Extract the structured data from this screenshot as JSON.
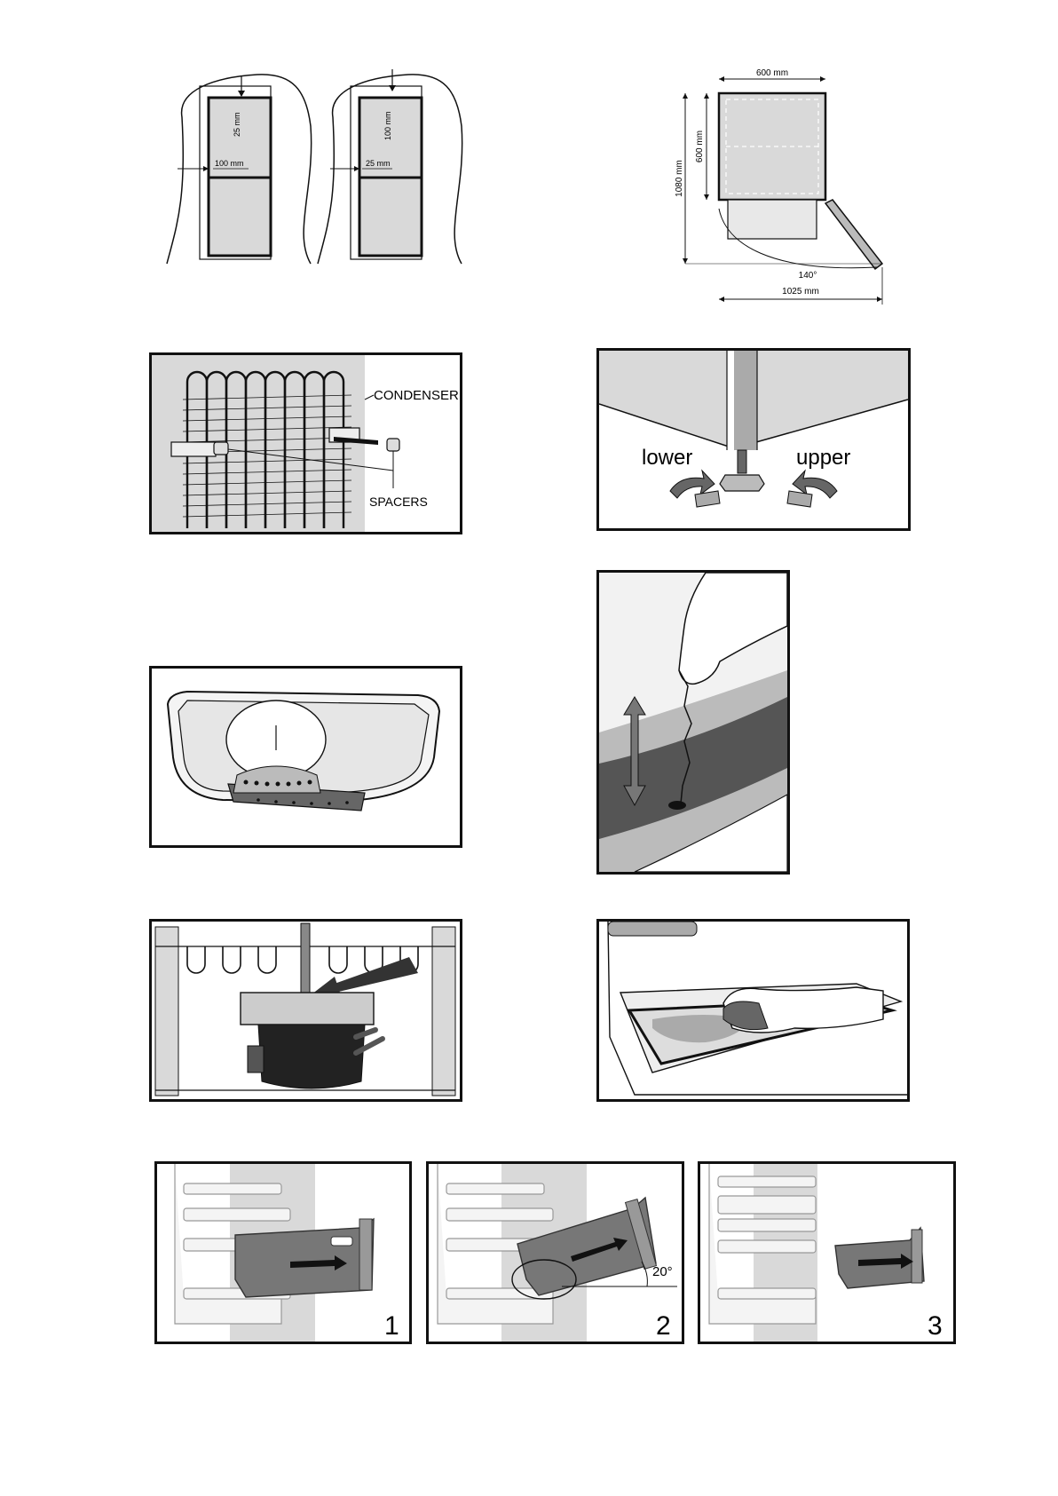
{
  "clearance": {
    "left_figure": {
      "top_gap": "25 mm",
      "side_gap": "100 mm"
    },
    "right_figure": {
      "top_gap": "100 mm",
      "side_gap": "25 mm"
    }
  },
  "dimensions": {
    "width": "600 mm",
    "depth": "600 mm",
    "height": "1080 mm",
    "angle": "140°",
    "open_depth": "1025 mm"
  },
  "condenser": {
    "condenser_label": "CONDENSER",
    "spacers_label": "SPACERS"
  },
  "feet": {
    "lower_label": "lower",
    "upper_label": "upper"
  },
  "drawer_steps": {
    "step1": "1",
    "step2": "2",
    "step3": "3",
    "tilt_angle": "20°"
  },
  "colors": {
    "ink": "#111111",
    "panel": "#d9d9d9",
    "dark": "#555555"
  }
}
